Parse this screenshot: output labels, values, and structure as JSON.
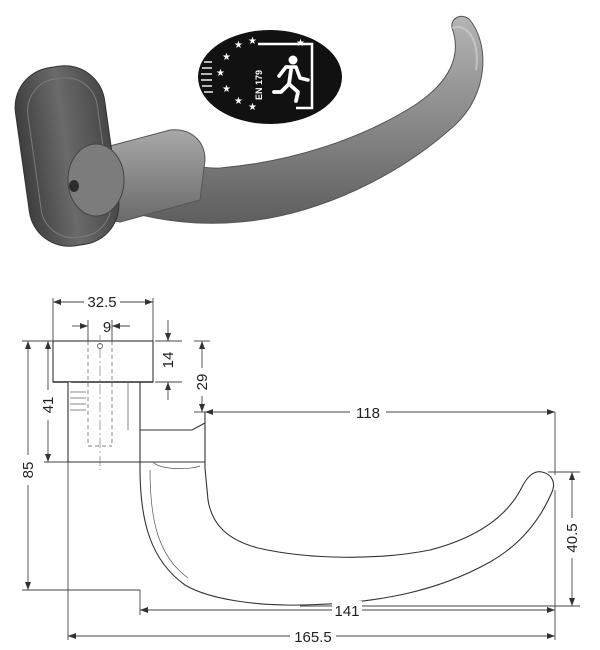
{
  "badge": {
    "standard": "EN 179",
    "icon": "emergency-exit-icon",
    "background": "#111111",
    "foreground": "#ffffff"
  },
  "render": {
    "handle_color": "#8e8e8e",
    "rose_color": "#5a5a5a"
  },
  "dimensions": {
    "rose_width": "32.5",
    "spindle": "9",
    "rose_collar": "14",
    "lever_offset": "29",
    "rose_height": "41",
    "total_height": "85",
    "lever_length_top": "118",
    "lever_drop": "40.5",
    "lever_length_bottom": "141",
    "total_length": "165.5"
  }
}
